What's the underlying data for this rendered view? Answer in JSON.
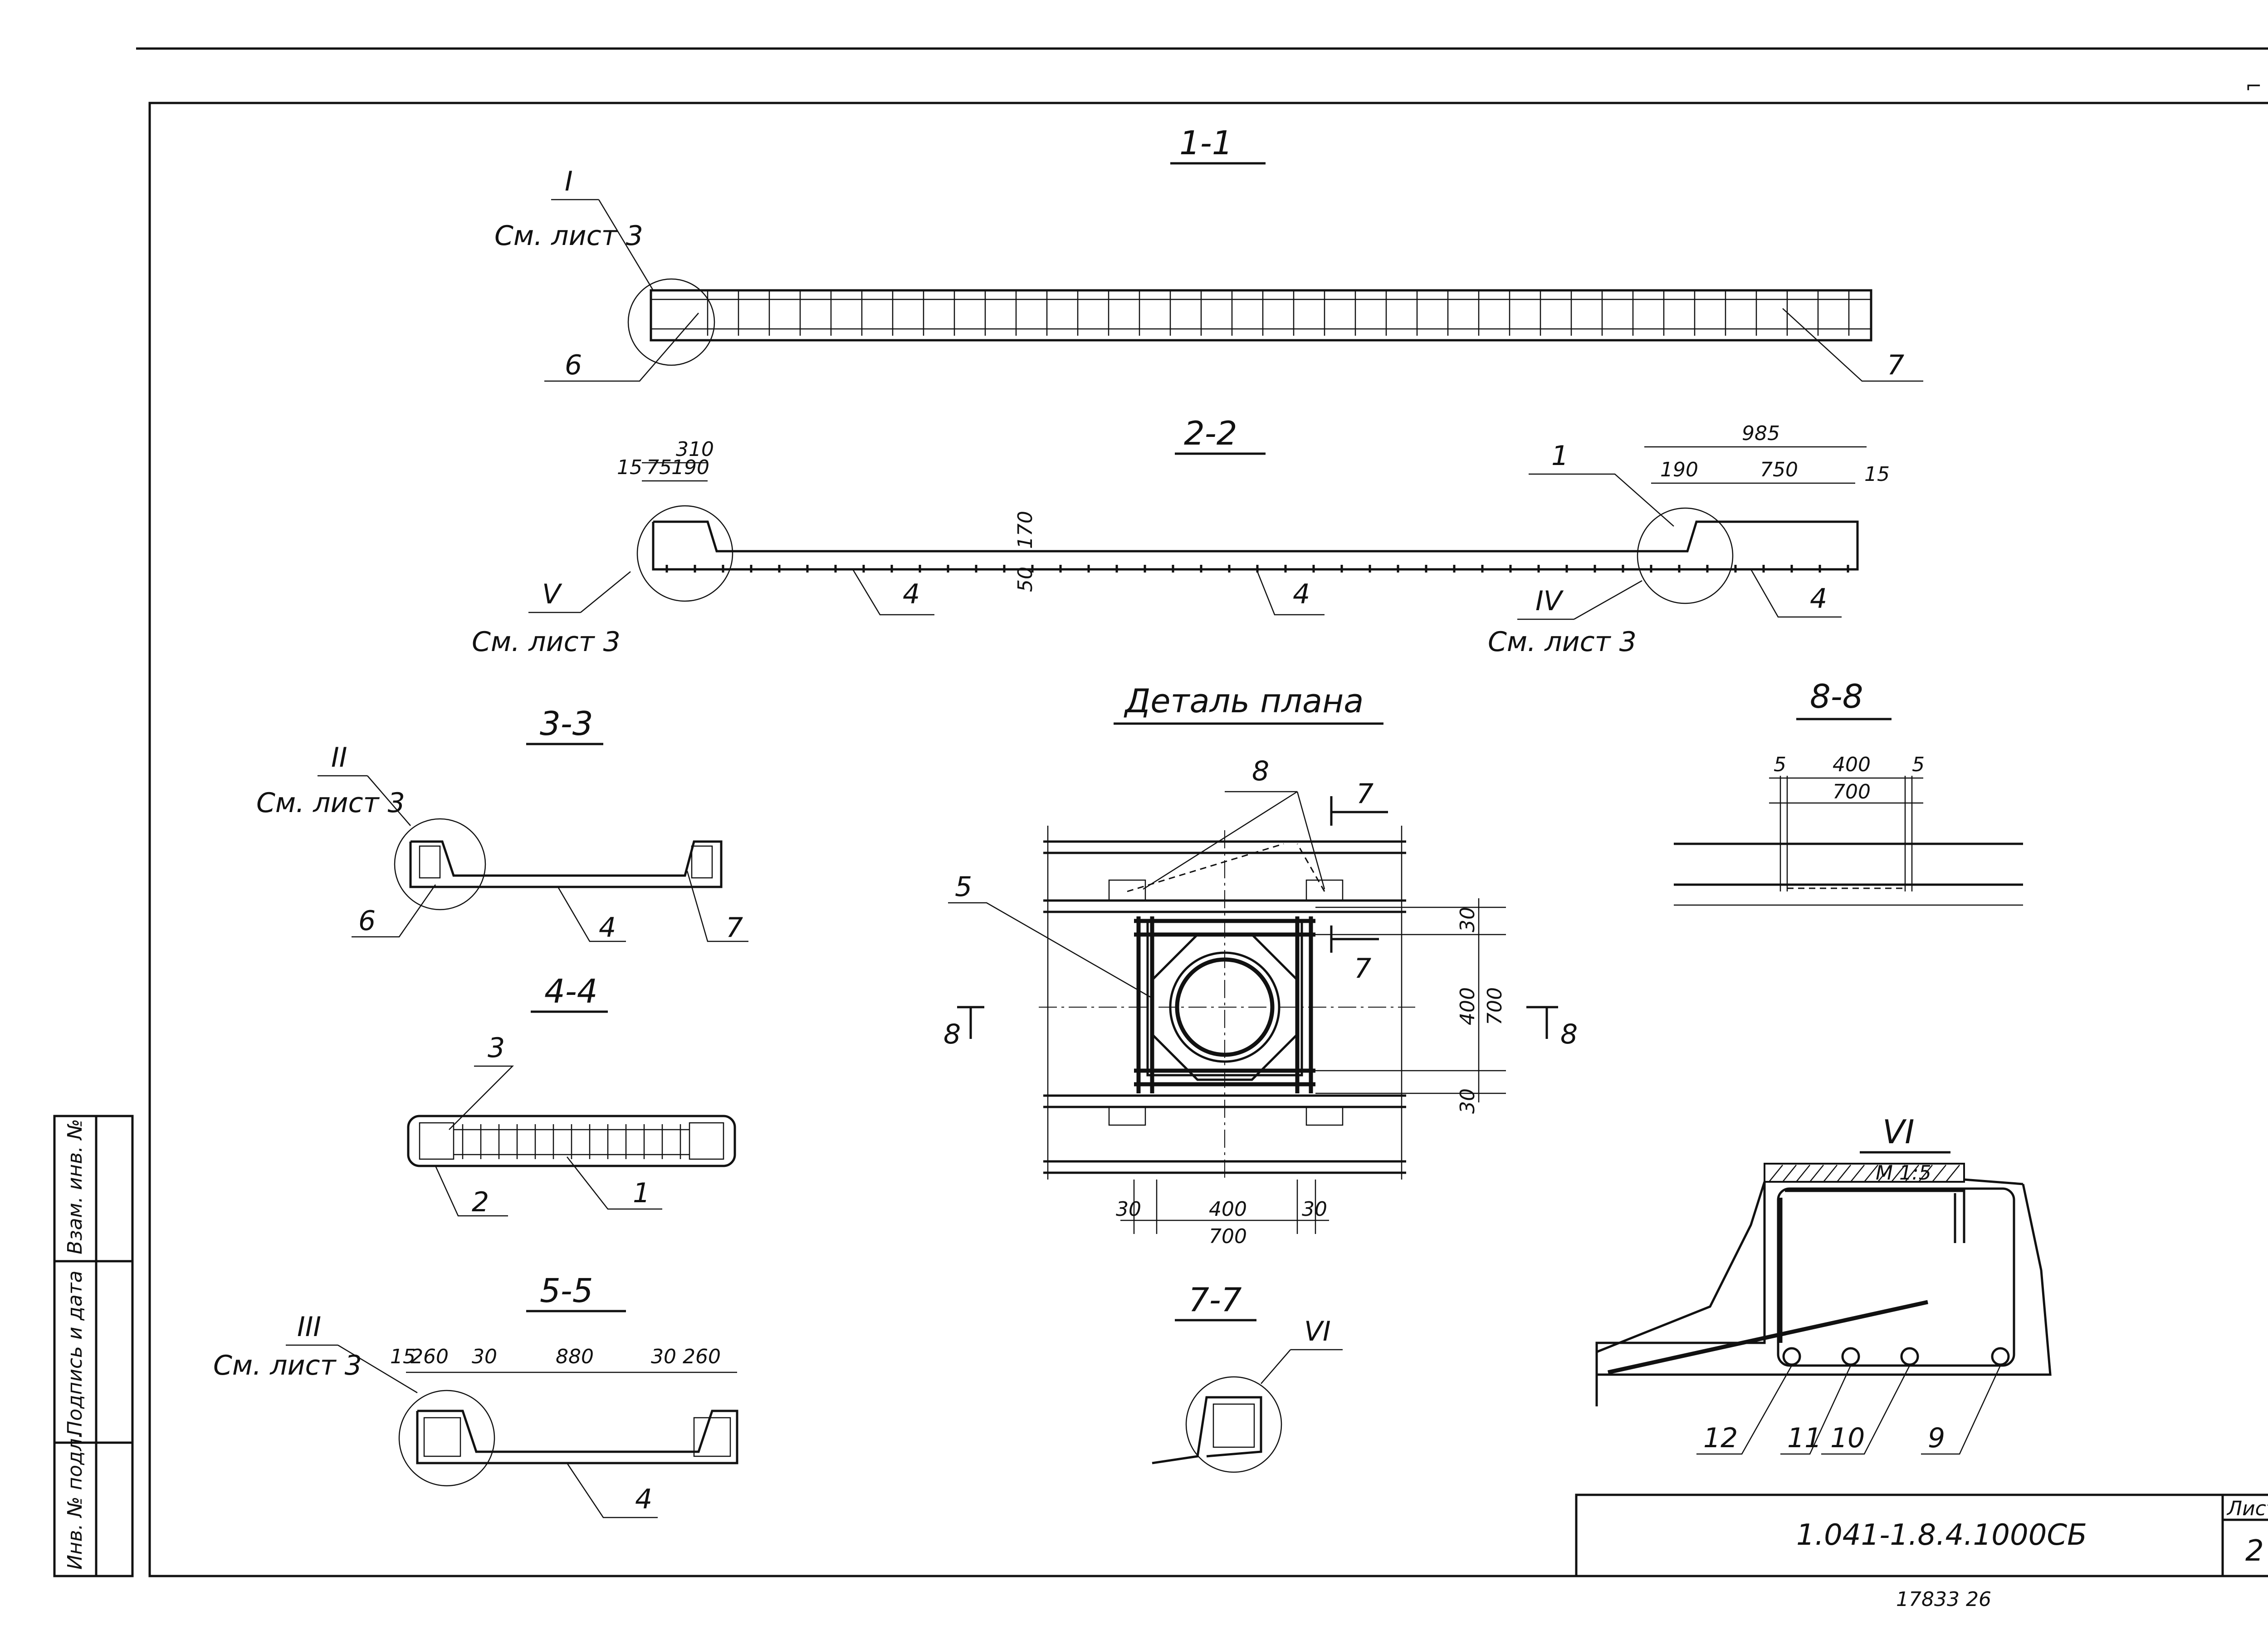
{
  "sheet_mark": "1.041-1.8.4.1000СБ",
  "sheet_label": "Лист",
  "sheet_number": "2",
  "corner_mark": "⌐",
  "bottom_note": "17833 26",
  "side_stamp": [
    "Инв. № подл.",
    "Подпись и дата",
    "Взам. инв. №"
  ],
  "sections": {
    "s11": {
      "title": "1-1",
      "callout_i": "I",
      "see_sheet": "См. лист 3",
      "pos_6": "6",
      "pos_7": "7"
    },
    "s22": {
      "title": "2-2",
      "d310": "310",
      "d15a": "15",
      "d75": "75",
      "d190a": "190",
      "d985": "985",
      "d190b": "190",
      "d750": "750",
      "d15b": "15",
      "d170": "170",
      "d50": "50",
      "pos_1": "1",
      "pos_4a": "4",
      "pos_4b": "4",
      "pos_4c": "4",
      "callout_v": "V",
      "see_v": "См. лист 3",
      "callout_iv": "IV",
      "see_iv": "См. лист 3"
    },
    "s33": {
      "title": "3-3",
      "callout_ii": "II",
      "see_sheet": "См. лист 3",
      "pos_6": "6",
      "pos_4": "4",
      "pos_7": "7"
    },
    "s44": {
      "title": "4-4",
      "pos_3": "3",
      "pos_2": "2",
      "pos_1": "1"
    },
    "s55": {
      "title": "5-5",
      "callout_iii": "III",
      "see_sheet": "См. лист 3",
      "d15": "15",
      "d260a": "260",
      "d30a": "30",
      "d880": "880",
      "d30b": "30",
      "d260b": "260",
      "pos_4": "4"
    },
    "plan": {
      "title": "Деталь плана",
      "pos_8": "8",
      "pos_5": "5",
      "cut7_top": "7",
      "cut7_mid": "7",
      "cut8_left": "8",
      "cut8_right": "8",
      "d30t": "30",
      "d400v": "400",
      "d700v": "700",
      "d30b": "30",
      "d30l": "30",
      "d400h": "400",
      "d30r": "30",
      "d700h": "700"
    },
    "s88": {
      "title": "8-8",
      "d5a": "5",
      "d400": "400",
      "d5b": "5",
      "d700": "700"
    },
    "s77": {
      "title": "7-7",
      "callout_vi": "VI"
    },
    "detail_vi": {
      "title": "VI",
      "scale": "М 1:5",
      "pos_12": "12",
      "pos_11": "11",
      "pos_10": "10",
      "pos_9": "9"
    }
  }
}
